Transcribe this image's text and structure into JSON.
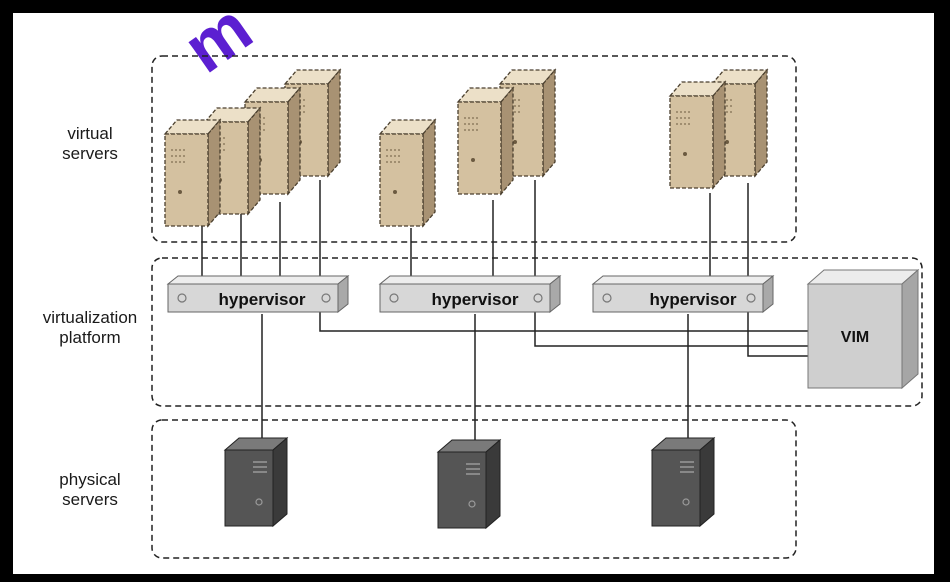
{
  "diagram": {
    "layers": [
      {
        "id": "virtual",
        "label": "virtual\nservers"
      },
      {
        "id": "platform",
        "label": "virtualization\nplatform"
      },
      {
        "id": "physical",
        "label": "physical\nservers"
      }
    ],
    "hypervisor_label": "hypervisor",
    "vim_label": "VIM",
    "watermark": "m"
  },
  "colors": {
    "virtual_server": "#d4c1a0",
    "hypervisor": "#d7d7d7",
    "physical_server": "#555555",
    "vim": "#cfcfcf",
    "watermark": "#5c1fd1"
  }
}
